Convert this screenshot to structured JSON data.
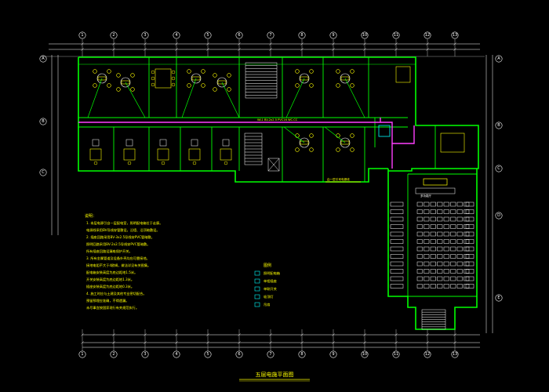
{
  "drawing": {
    "title": "五层电施平面图",
    "background": "#000000",
    "colors": {
      "walls": "#00ff00",
      "dims": "#ffffff",
      "text": "#ffff00",
      "circuit": "#ff40ff",
      "furniture": "#ffff00",
      "grid": "#9a9a9a"
    }
  },
  "axes": {
    "top": [
      "1",
      "2",
      "3",
      "4",
      "5",
      "6",
      "7",
      "8",
      "9",
      "10",
      "11",
      "12",
      "13"
    ],
    "bottom": [
      "1",
      "2",
      "3",
      "4",
      "5",
      "6",
      "7",
      "8",
      "9",
      "10",
      "11",
      "12",
      "13"
    ],
    "left": [
      "A",
      "B",
      "C"
    ],
    "right": [
      "A",
      "B",
      "C",
      "D",
      "E"
    ]
  },
  "notes": {
    "heading": "说明：",
    "items": [
      "1. 本层电源引自一层配电室，照明配电箱位于走廊。",
      "   电源线采用BV导线穿管敷设，沿墙、沿顶暗敷设。",
      "2. 插座回路采用BV-3x2.5导线穿PVC管暗敷。",
      "   照明回路采用BV-2x2.5导线穿PVC管暗敷。",
      "   所有插座回路设漏电保护开关。",
      "3. 所有金属管道及设备外壳均应可靠接地。",
      "   接地电阻不大于4欧姆，做法详见有关图集。",
      "   配电箱安装高度为底边距地1.5米。",
      "   开关安装高度为底边距地1.3米。",
      "   插座安装高度为底边距地0.3米。",
      "4. 施工时应与土建及其他专业密切配合。",
      "   预留预埋应准确，不得遗漏。",
      "   未尽事宜按国家现行有关规范执行。"
    ]
  },
  "legend": {
    "heading": "图例",
    "items": [
      {
        "symbol": "distribution-box-icon",
        "label": "照明配电箱"
      },
      {
        "symbol": "socket-icon",
        "label": "单相插座"
      },
      {
        "symbol": "switch-icon",
        "label": "单联开关"
      },
      {
        "symbol": "lamp-icon",
        "label": "吸顶灯"
      },
      {
        "symbol": "fan-icon",
        "label": "吊扇"
      }
    ]
  },
  "labels": {
    "corridor_circuit": "WL1 BV-2x2.5 PVC16 WC.CC",
    "riser_note": "由一层引来电源线",
    "hall": "多功能厅"
  }
}
